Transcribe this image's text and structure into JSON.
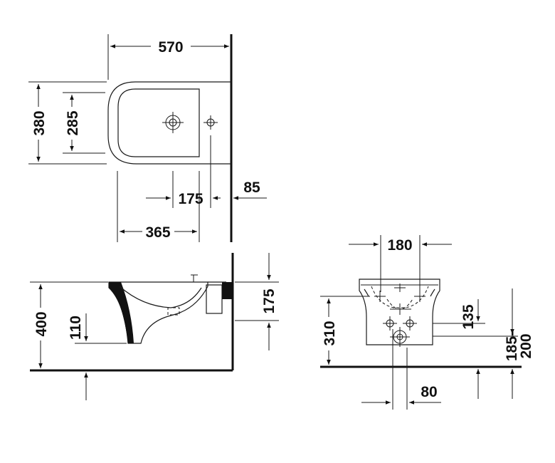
{
  "dimensions": {
    "top_width": "570",
    "top_depth": "380",
    "rim_depth": "285",
    "tap_hole_offset": "175",
    "wall_gap": "85",
    "fixing_depth": "365",
    "side_height": "400",
    "inlet_height": "110",
    "bracket_height": "175",
    "front_width": "180",
    "front_height": "310",
    "fixing_spacing_height": "135",
    "waste_height": "185-\n200",
    "waste_offset": "80"
  },
  "colors": {
    "ink": "#111111",
    "paper": "#ffffff"
  }
}
